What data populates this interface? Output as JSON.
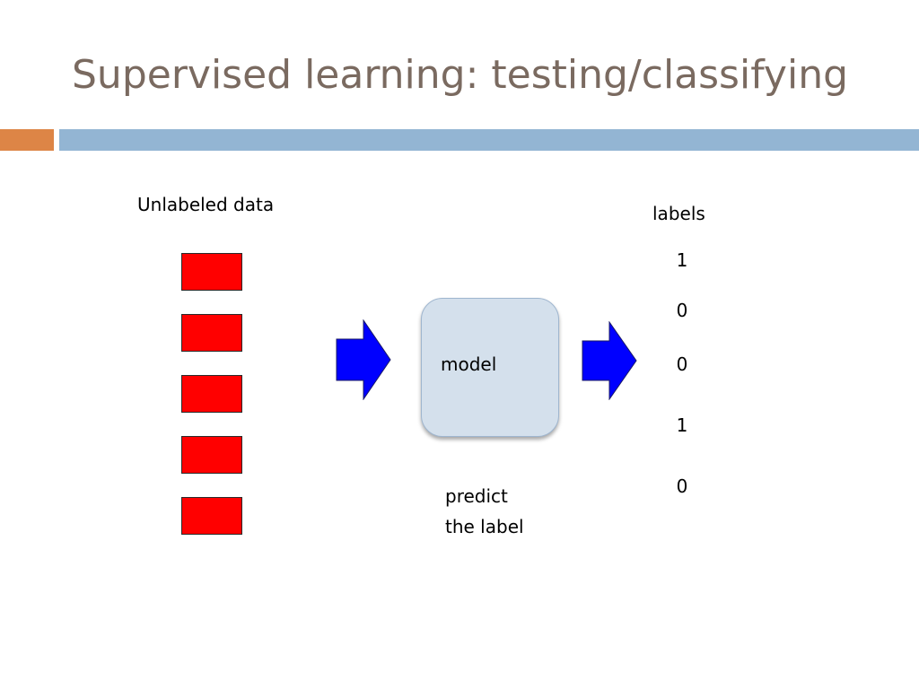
{
  "title": "Supervised learning: testing/classifying",
  "unlabeled_heading": "Unlabeled data",
  "labels_heading": "labels",
  "model_label": "model",
  "predict_caption": [
    "predict",
    "the label"
  ],
  "labels": [
    "1",
    "0",
    "0",
    "1",
    "0"
  ],
  "colors": {
    "title": "#7a6a60",
    "accent_orange": "#dd8546",
    "accent_blue": "#93b5d3",
    "data_box": "#ff0000",
    "arrow": "#0000ff",
    "model_fill": "#d4e0ec"
  }
}
